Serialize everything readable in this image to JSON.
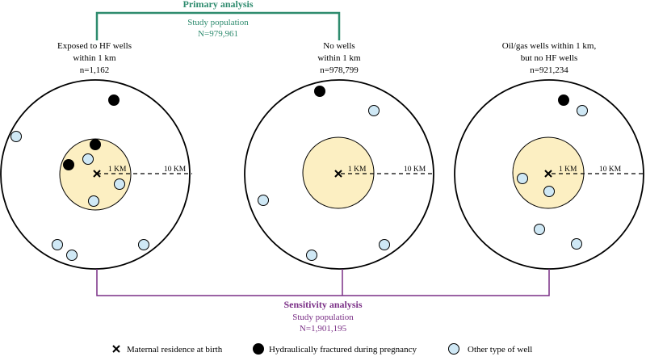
{
  "primary": {
    "title": "Primary analysis",
    "population_label": "Study population",
    "population_n": "N=979,961",
    "color": "#2e8b6e"
  },
  "sensitivity": {
    "title": "Sensitivity analysis",
    "population_label": "Study population",
    "population_n": "N=1,901,195",
    "color": "#7a2f86"
  },
  "groups": [
    {
      "line1": "Exposed to HF wells",
      "line2": "within 1 km",
      "line3": "n=1,162"
    },
    {
      "line1": "No wells",
      "line2": "within 1 km",
      "line3": "n=978,799"
    },
    {
      "line1": "Oil/gas wells within 1 km,",
      "line2": "but no HF wells",
      "line3": "n=921,234"
    }
  ],
  "radius_labels": {
    "inner": "1 KM",
    "outer": "10 KM"
  },
  "legend": {
    "residence": "Maternal residence at birth",
    "hf_well": "Hydraulically fractured during pregnancy",
    "other_well": "Other type of well"
  },
  "colors": {
    "inner_zone": "#fcefc2",
    "hf_well": "#000000",
    "other_well": "#cfe8f5"
  }
}
